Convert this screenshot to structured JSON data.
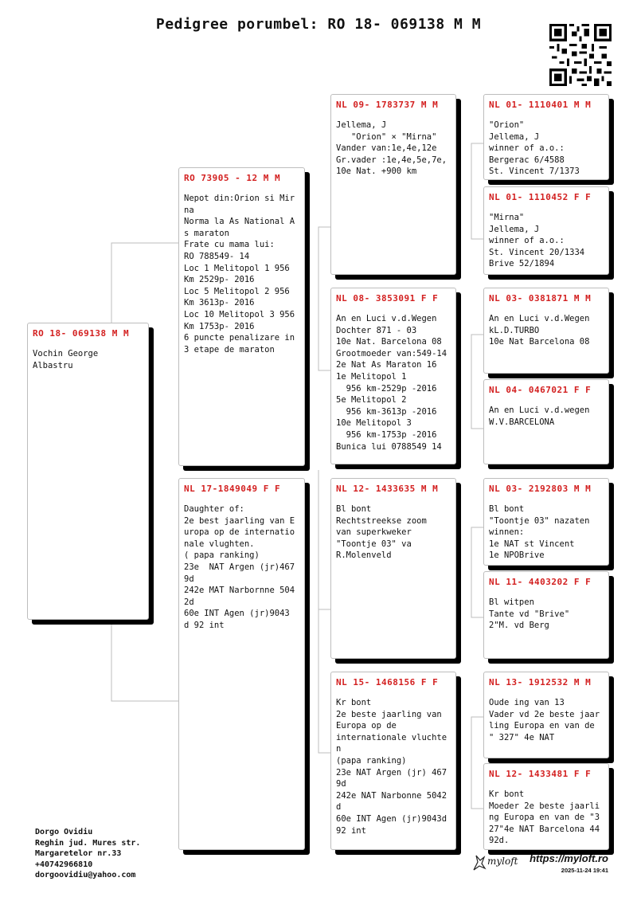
{
  "page": {
    "title": "Pedigree porumbel: RO 18- 069138 M M"
  },
  "birds": {
    "subject": {
      "ring": "RO 18- 069138 M M",
      "info": "Vochin George\nAlbastru"
    },
    "sire": {
      "ring": "RO 73905 - 12 M M",
      "info": "Nepot din:Orion si Mirna\nNorma la As National As maraton\nFrate cu mama lui:\nRO 788549- 14\nLoc 1 Melitopol 1 956 Km 2529p- 2016\nLoc 5 Melitopol 2 956 Km 3613p- 2016\nLoc 10 Melitopol 3 956 Km 1753p- 2016\n6 puncte penalizare in 3 etape de maraton"
    },
    "dam": {
      "ring": "NL 17-1849049 F F",
      "info": "Daughter of:\n2e best jaarling van Europa op de internationale vlughten.\n( papa ranking)\n23e  NAT Argen (jr)4679d\n242e MAT Narbornne 5042d\n60e INT Agen (jr)9043 d 92 int"
    },
    "sire_sire": {
      "ring": "NL 09- 1783737 M M",
      "info": "Jellema, J\n   \"Orion\" × \"Mirna\"\nVander van:1e,4e,12e\nGr.vader :1e,4e,5e,7e,10e Nat. +900 km"
    },
    "sire_dam": {
      "ring": "NL 08- 3853091 F F",
      "info": "An en Luci v.d.Wegen\nDochter 871 - 03\n10e Nat. Barcelona 08\nGrootmoeder van:549-14\n2e Nat As Maraton 16\n1e Melitopol 1\n  956 km-2529p -2016\n5e Melitopol 2\n  956 km-3613p -2016\n10e Melitopol 3\n  956 km-1753p -2016\nBunica lui 0788549 14"
    },
    "dam_sire": {
      "ring": "NL 12- 1433635 M M",
      "info": "Bl bont\nRechtstreekse zoom\nvan superkweker\n\"Toontje 03\" va\nR.Molenveld"
    },
    "dam_dam": {
      "ring": "NL 15- 1468156 F F",
      "info": "Kr bont\n2e beste jaarling van\nEuropa op de\ninternationale vluchten\n(papa ranking)\n23e NAT Argen (jr) 4679d\n242e NAT Narbonne 5042d\n60e INT Agen (jr)9043d\n92 int"
    },
    "ss_sire": {
      "ring": "NL 01- 1110401 M M",
      "info": "\"Orion\"\nJellema, J\nwinner of a.o.:\nBergerac 6/4588\nSt. Vincent 7/1373"
    },
    "ss_dam": {
      "ring": "NL 01- 1110452 F F",
      "info": "\"Mirna\"\nJellema, J\nwinner of a.o.:\nSt. Vincent 20/1334\nBrive 52/1894"
    },
    "sd_sire": {
      "ring": "NL 03- 0381871 M M",
      "info": "An en Luci v.d.Wegen\nkL.D.TURBO\n10e Nat Barcelona 08"
    },
    "sd_dam": {
      "ring": "NL 04- 0467021 F F",
      "info": "An en Luci v.d.wegen\nW.V.BARCELONA"
    },
    "ds_sire": {
      "ring": "NL 03- 2192803 M M",
      "info": "Bl bont\n\"Toontje 03\" nazaten\nwinnen:\n1e NAT st Vincent\n1e NPOBrive"
    },
    "ds_dam": {
      "ring": "NL 11- 4403202 F F",
      "info": "Bl witpen\nTante vd \"Brive\"\n2\"M. vd Berg"
    },
    "dd_sire": {
      "ring": "NL 13- 1912532 M M",
      "info": "Oude ing van 13\nVader vd 2e beste jaarling Europa en van de    \" 327\" 4e NAT"
    },
    "dd_dam": {
      "ring": "NL 12- 1433481 F F",
      "info": "Kr bont\nMoeder 2e beste jaarling Europa en van de \"327\"4e NAT Barcelona 4492d."
    }
  },
  "owner": {
    "line1": "Dorgo Ovidiu",
    "line2": "Reghin jud. Mures str.",
    "line3": "Margaretelor nr.33",
    "line4": "+40742966810",
    "line5": "dorgoovidiu@yahoo.com"
  },
  "footer": {
    "logo": "myloft",
    "url": "https://myloft.ro",
    "timestamp": "2025-11-24 19:41"
  },
  "colors": {
    "ring": "#d32020",
    "shadow": "#000000",
    "connector": "#bdbdbd"
  },
  "icons": {
    "qr": "qr-code-icon",
    "logo": "bird-logo-icon"
  }
}
